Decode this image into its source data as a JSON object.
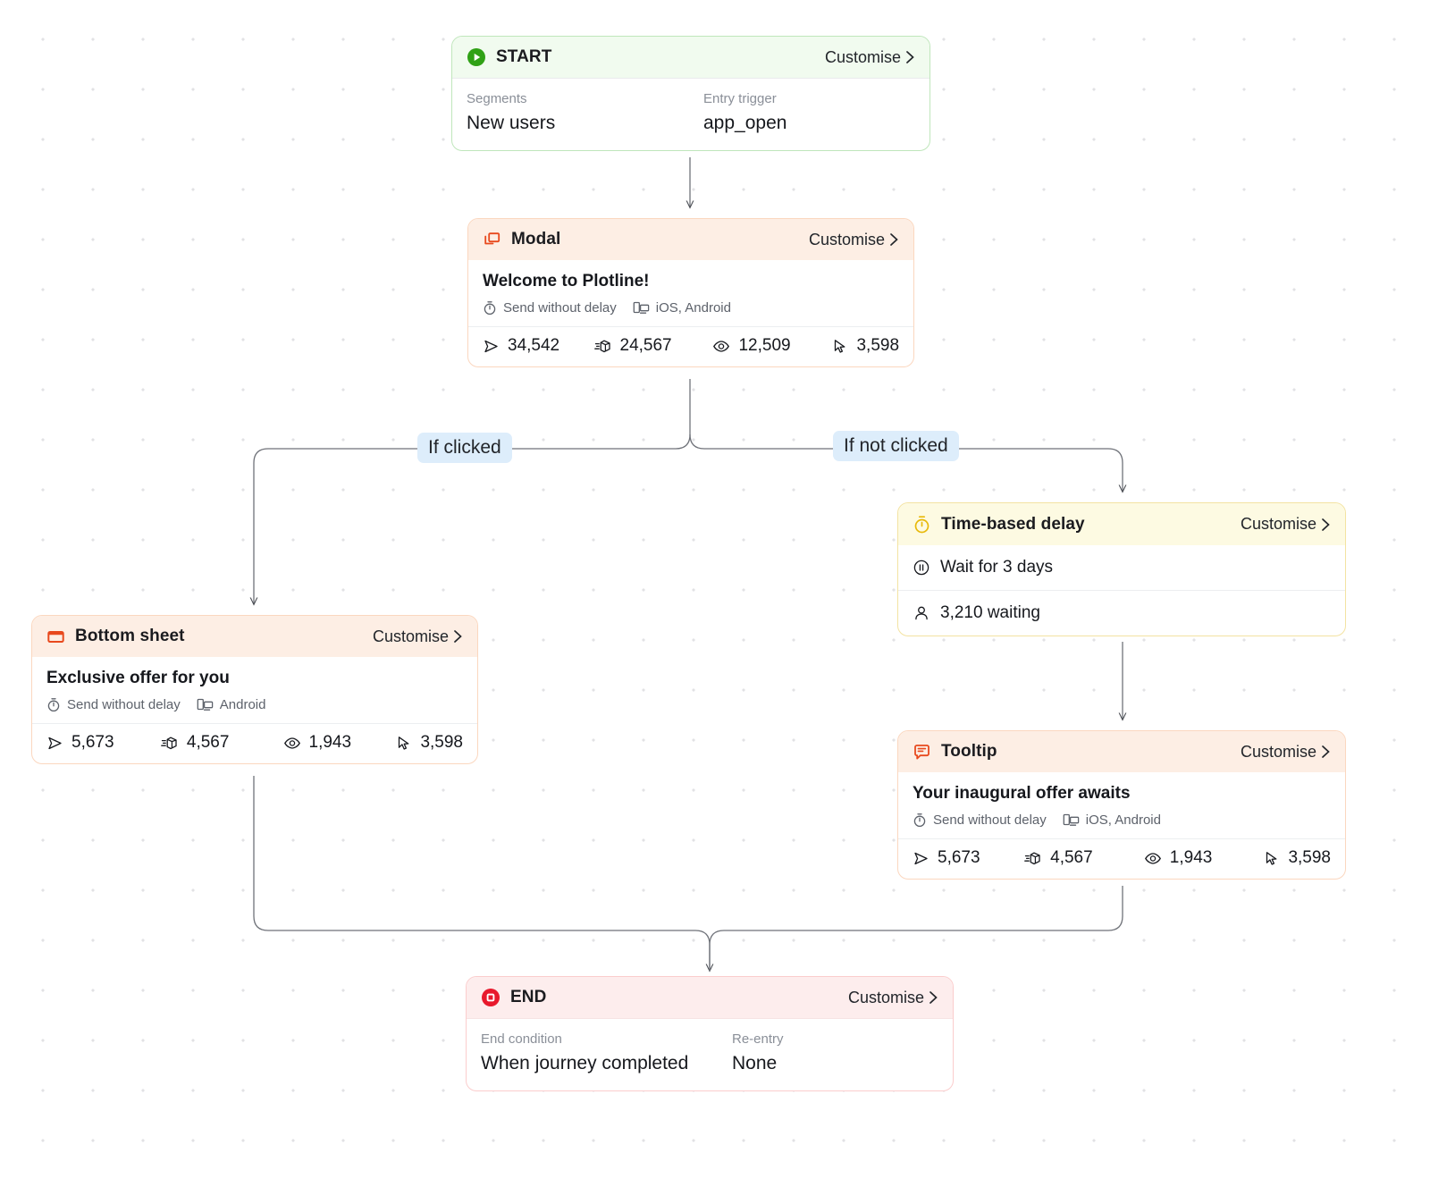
{
  "canvas": {
    "edge_color": "#6f7279",
    "branch_label_bg": "#ddedfb"
  },
  "nodes": {
    "start": {
      "icon": "play-circle-icon",
      "title": "START",
      "customise_label": "Customise",
      "fields": [
        {
          "label": "Segments",
          "value": "New users"
        },
        {
          "label": "Entry trigger",
          "value": "app_open"
        }
      ]
    },
    "modal": {
      "icon": "modal-windows-icon",
      "title": "Modal",
      "customise_label": "Customise",
      "message_title": "Welcome to Plotline!",
      "meta": [
        {
          "icon": "stopwatch-icon",
          "text": "Send without delay"
        },
        {
          "icon": "devices-icon",
          "text": "iOS, Android"
        }
      ],
      "stats": [
        {
          "icon": "send-icon",
          "value": "34,542"
        },
        {
          "icon": "delivered-box-icon",
          "value": "24,567"
        },
        {
          "icon": "eye-icon",
          "value": "12,509"
        },
        {
          "icon": "click-cursor-icon",
          "value": "3,598"
        }
      ]
    },
    "bottom_sheet": {
      "icon": "bottom-sheet-icon",
      "title": "Bottom sheet",
      "customise_label": "Customise",
      "message_title": "Exclusive offer for you",
      "meta": [
        {
          "icon": "stopwatch-icon",
          "text": "Send without delay"
        },
        {
          "icon": "devices-icon",
          "text": "Android"
        }
      ],
      "stats": [
        {
          "icon": "send-icon",
          "value": "5,673"
        },
        {
          "icon": "delivered-box-icon",
          "value": "4,567"
        },
        {
          "icon": "eye-icon",
          "value": "1,943"
        },
        {
          "icon": "click-cursor-icon",
          "value": "3,598"
        }
      ]
    },
    "delay": {
      "icon": "stopwatch-yellow-icon",
      "title": "Time-based delay",
      "customise_label": "Customise",
      "wait_text": "Wait for 3 days",
      "waiting_text": "3,210 waiting"
    },
    "tooltip": {
      "icon": "tooltip-bubble-icon",
      "title": "Tooltip",
      "customise_label": "Customise",
      "message_title": "Your inaugural offer awaits",
      "meta": [
        {
          "icon": "stopwatch-icon",
          "text": "Send without delay"
        },
        {
          "icon": "devices-icon",
          "text": "iOS, Android"
        }
      ],
      "stats": [
        {
          "icon": "send-icon",
          "value": "5,673"
        },
        {
          "icon": "delivered-box-icon",
          "value": "4,567"
        },
        {
          "icon": "eye-icon",
          "value": "1,943"
        },
        {
          "icon": "click-cursor-icon",
          "value": "3,598"
        }
      ]
    },
    "end": {
      "icon": "stop-circle-icon",
      "title": "END",
      "customise_label": "Customise",
      "fields": [
        {
          "label": "End condition",
          "value": "When journey completed"
        },
        {
          "label": "Re-entry",
          "value": "None"
        }
      ]
    }
  },
  "branches": [
    {
      "label": "If clicked"
    },
    {
      "label": "If not clicked"
    }
  ]
}
